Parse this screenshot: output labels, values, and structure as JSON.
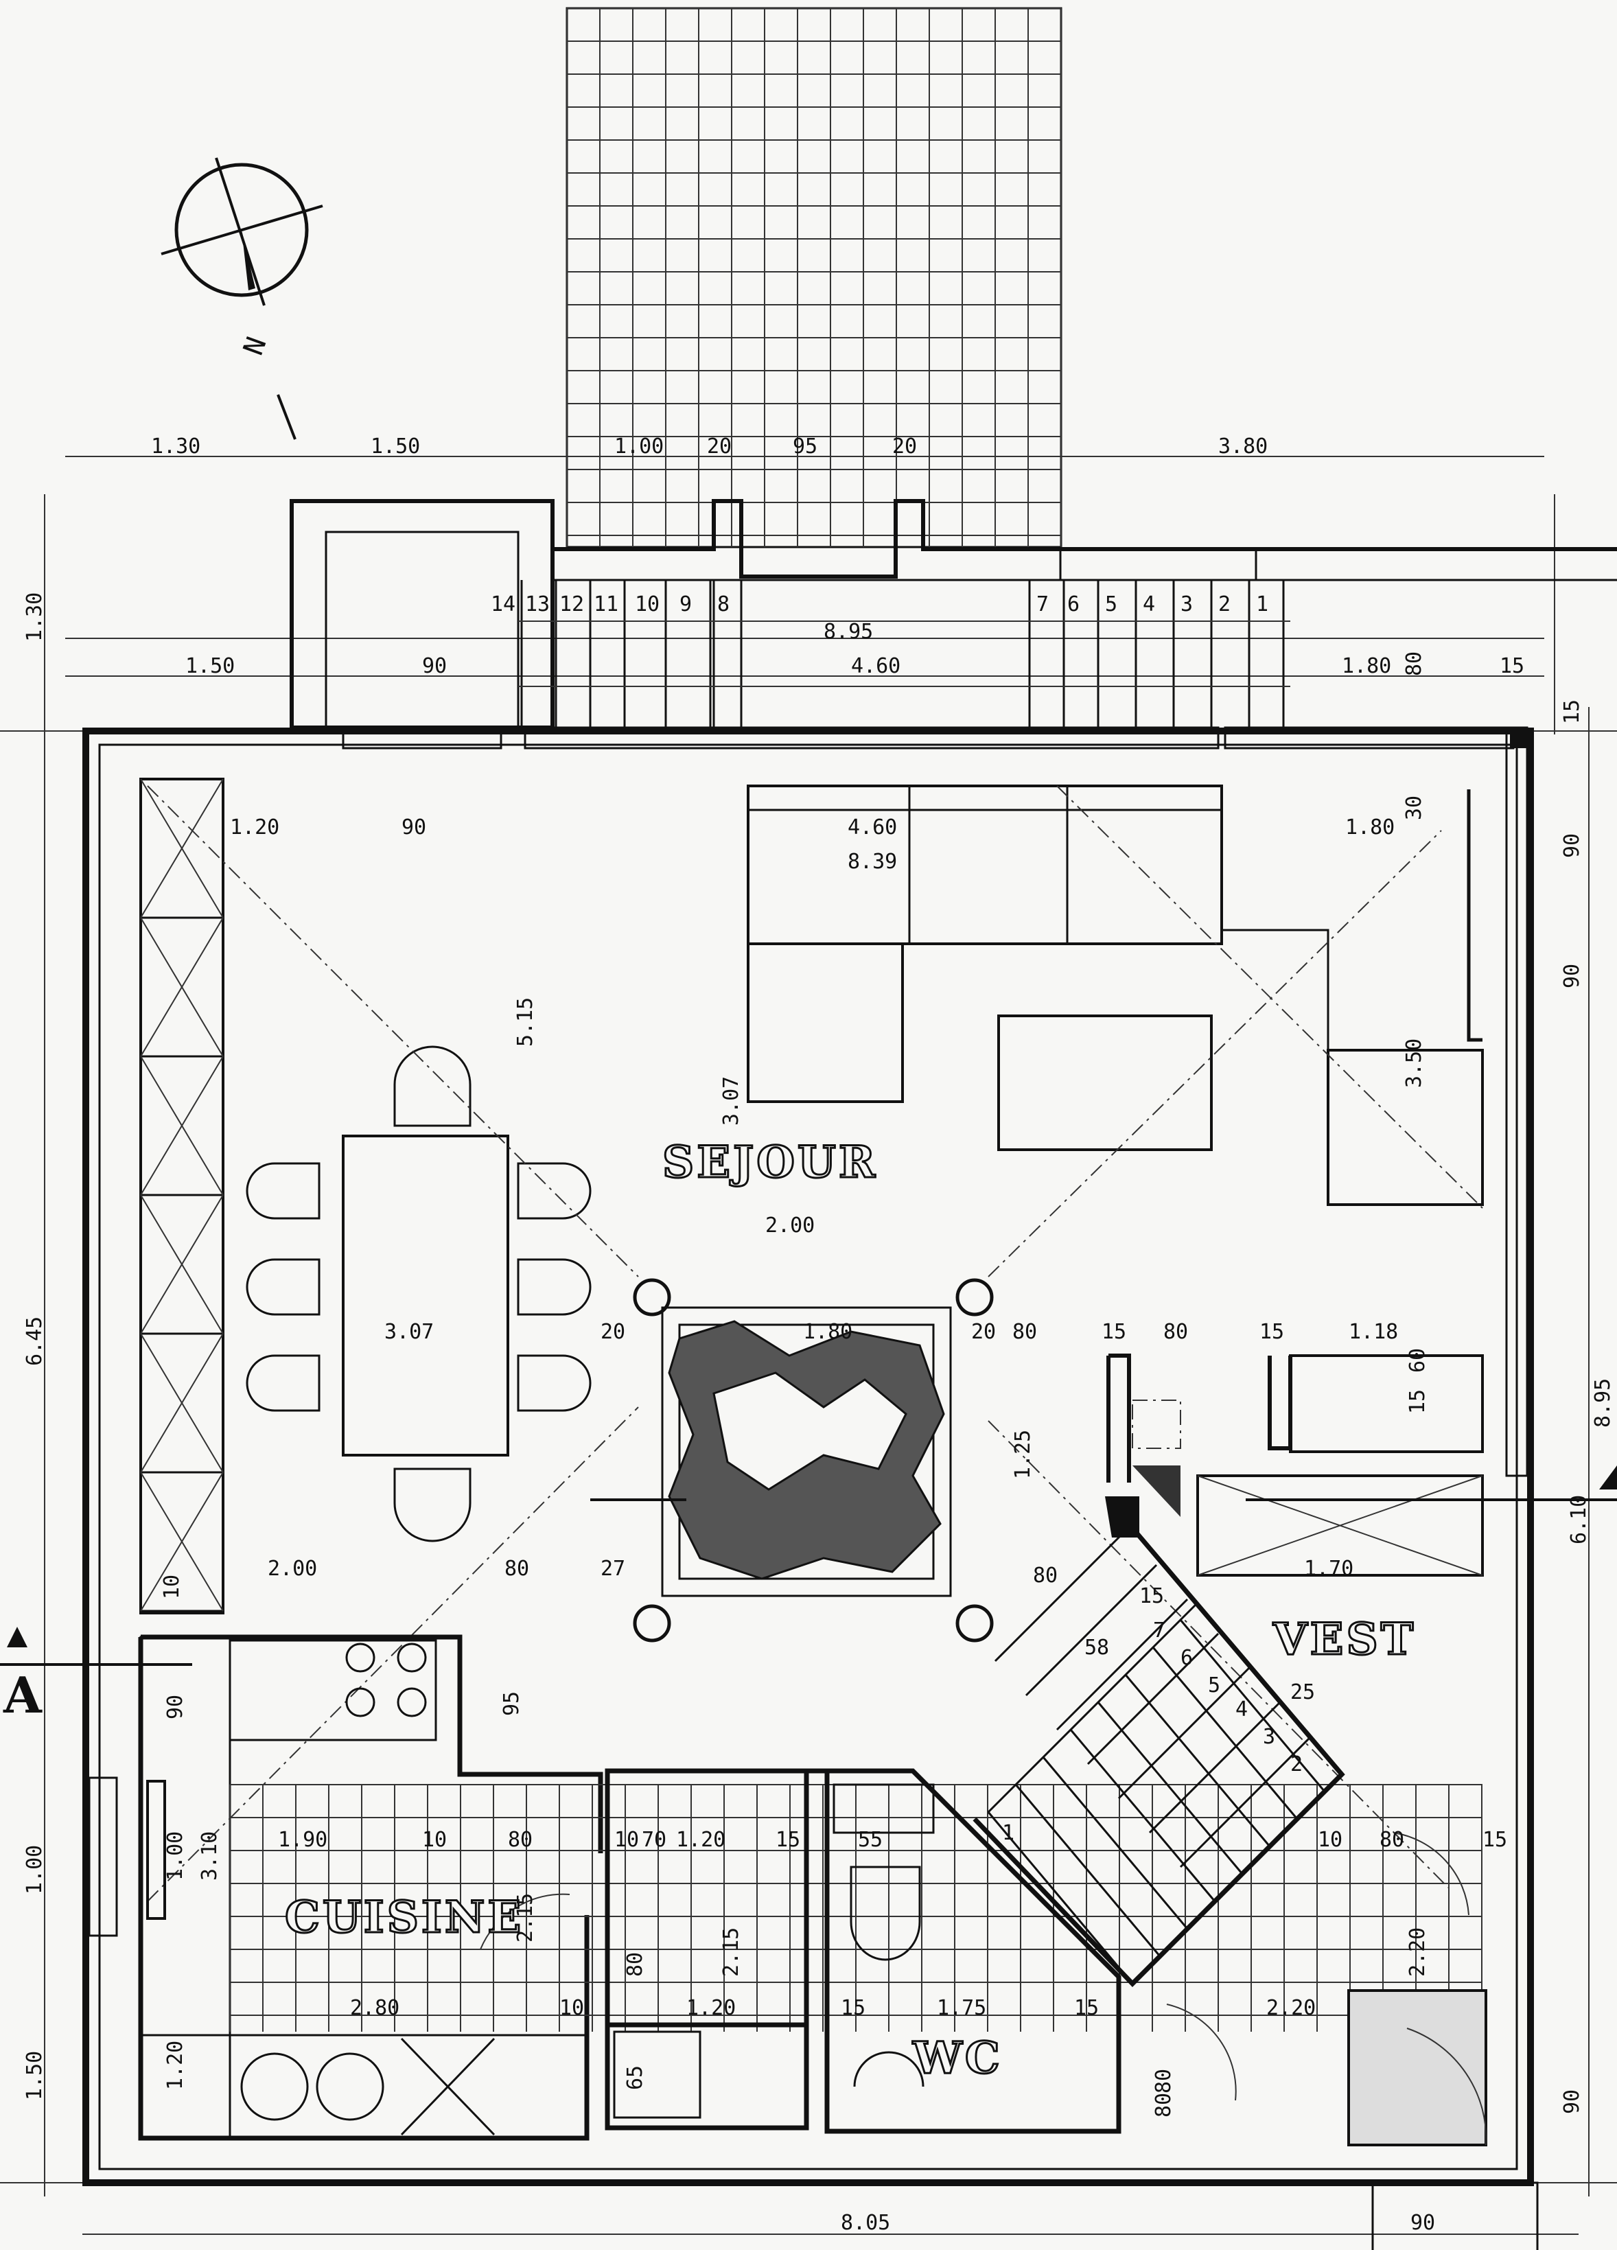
{
  "rooms": {
    "sejour": "SEJOUR",
    "cuisine": "CUISINE",
    "vest": "VEST",
    "wc": "WC"
  },
  "north": "N",
  "section_mark": "A",
  "top_dims": [
    "1.30",
    "1.50",
    "1.00",
    "20",
    "95",
    "20",
    "3.80"
  ],
  "terrace_dims": [
    "1.50",
    "90",
    "8.95",
    "4.60",
    "1.80",
    "80",
    "15"
  ],
  "steps_left": [
    "14",
    "13",
    "12",
    "11",
    "10",
    "9",
    "8"
  ],
  "steps_right": [
    "7",
    "6",
    "5",
    "4",
    "3",
    "2",
    "1"
  ],
  "stair_steps": [
    "7",
    "6",
    "5",
    "4",
    "3",
    "2",
    "1"
  ],
  "left_dims": [
    "1.30",
    "6.45",
    "1.00",
    "1.50"
  ],
  "right_dims": [
    "15",
    "90",
    "90",
    "8.95",
    "6.10",
    "90"
  ],
  "sejour_dims": [
    "1.20",
    "90",
    "4.60",
    "8.39",
    "1.80",
    "30",
    "5.15",
    "3.07",
    "3.50",
    "2.00",
    "3.07",
    "20",
    "1.80",
    "20",
    "80",
    "15",
    "80",
    "15",
    "1.18",
    "15",
    "60",
    "1.25",
    "2.00",
    "80",
    "27",
    "10",
    "80",
    "1.70",
    "58",
    "15",
    "25"
  ],
  "kitchen_dims": [
    "90",
    "95",
    "3.10",
    "1.00",
    "1.90",
    "10",
    "80",
    "10",
    "70",
    "1.20",
    "15",
    "55",
    "2.15",
    "2.15",
    "80",
    "2.80",
    "10",
    "1.20",
    "1.20",
    "65",
    "15",
    "1.75",
    "15",
    "80",
    "80",
    "2.20",
    "2.20",
    "10",
    "80",
    "15"
  ],
  "bottom_dims": [
    "8.05",
    "90"
  ]
}
